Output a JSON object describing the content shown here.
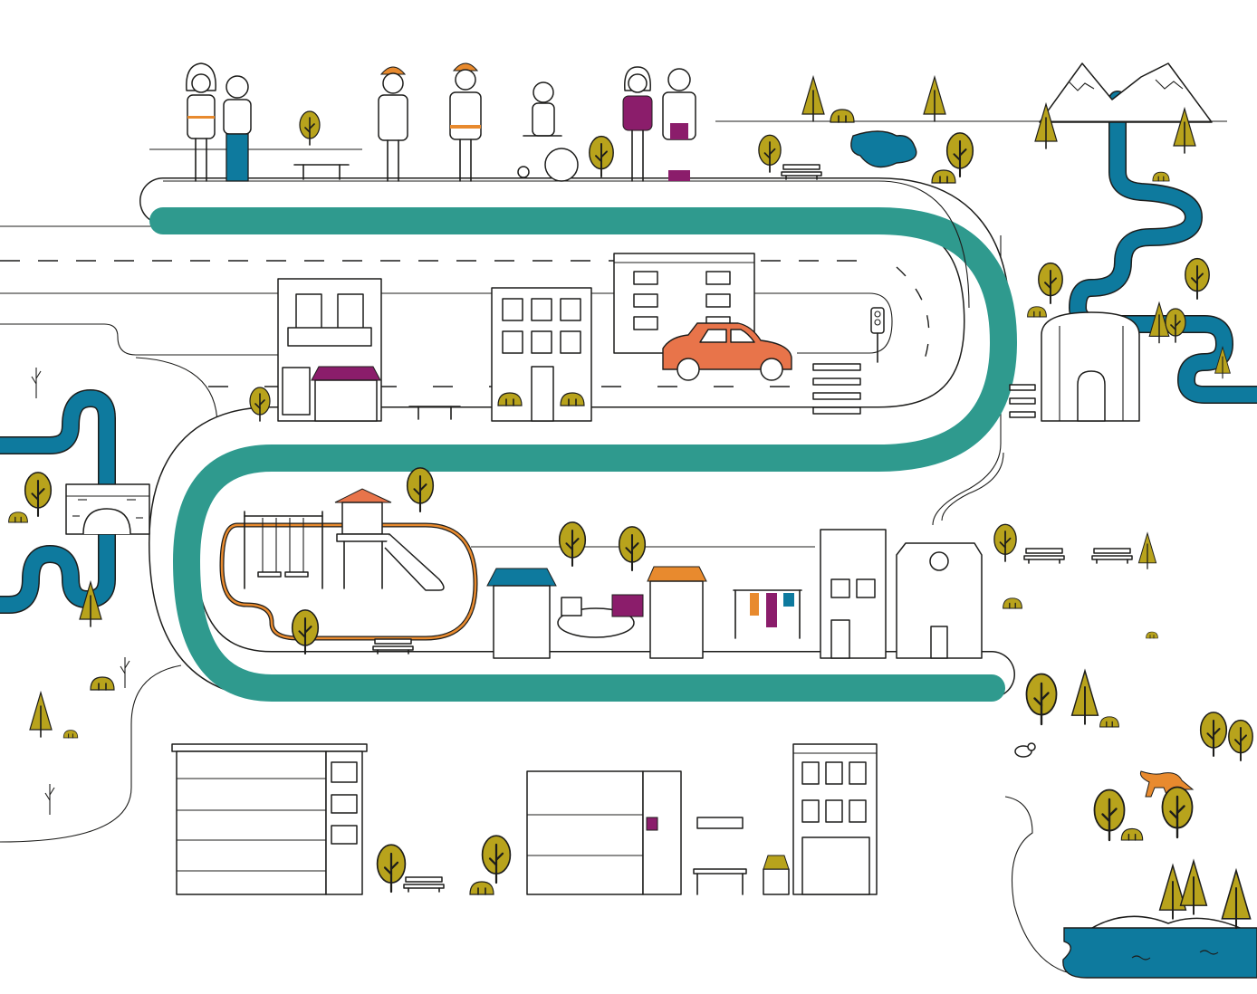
{
  "scene": {
    "title": "",
    "colors": {
      "road_band": "#2f9a8e",
      "water": "#0e7a9e",
      "tree": "#b8a31c",
      "car": "#e8744a",
      "awning_purple": "#8b1d6b",
      "awning_orange": "#e88a2e",
      "track_orange": "#e88a2e",
      "outline": "#1d1d1b"
    },
    "icons": [
      "tree-icon",
      "pine-icon",
      "bush-icon",
      "bench-icon",
      "traffic-light-icon",
      "rabbit-icon",
      "fox-icon",
      "mountain-icon",
      "wheelchair-icon",
      "recycling-bin-icon"
    ],
    "people": [
      {
        "role": "person-woman"
      },
      {
        "role": "person-man"
      },
      {
        "role": "construction-worker-1"
      },
      {
        "role": "construction-worker-2"
      },
      {
        "role": "person-wheelchair"
      },
      {
        "role": "person-woman-glasses"
      },
      {
        "role": "person-elderly-man"
      }
    ]
  }
}
